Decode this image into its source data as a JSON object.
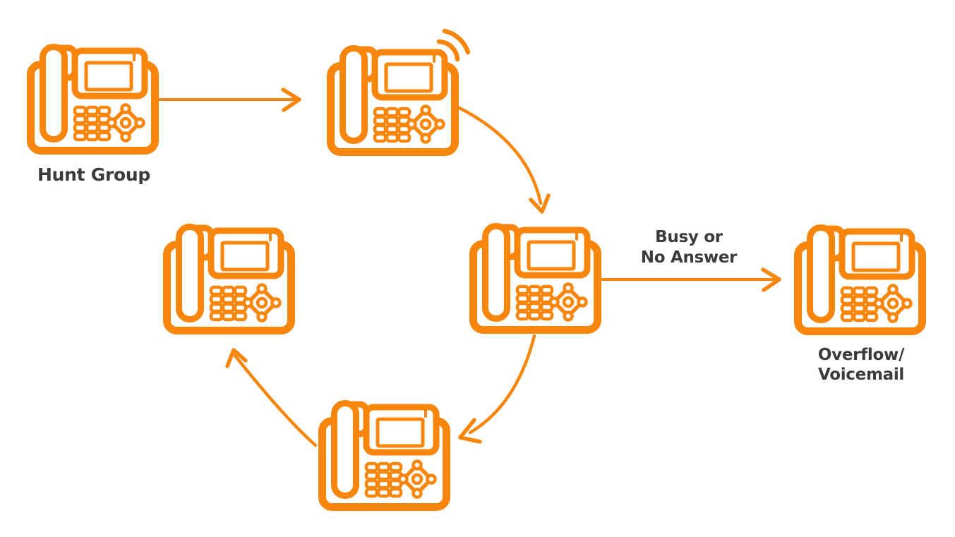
{
  "theme": {
    "accent_color": "#F8860D",
    "label_color": "#3B3B3B",
    "background_color": "#FFFFFF"
  },
  "diagram": {
    "type": "call-flow",
    "nodes": [
      {
        "id": "hunt-group-phone",
        "icon": "desk-phone-icon",
        "label": "Hunt Group"
      },
      {
        "id": "ringing-phone",
        "icon": "desk-phone-icon",
        "overlay_icon": "ringing-waves-icon"
      },
      {
        "id": "group-member-phone-right",
        "icon": "desk-phone-icon"
      },
      {
        "id": "overflow-voicemail-phone",
        "icon": "desk-phone-icon",
        "label_line1": "Overflow/",
        "label_line2": "Voicemail"
      },
      {
        "id": "group-member-phone-bottom",
        "icon": "desk-phone-icon"
      },
      {
        "id": "group-member-phone-left",
        "icon": "desk-phone-icon"
      }
    ],
    "edges": [
      {
        "id": "edge-hunt-to-ringing",
        "from": "hunt-group-phone",
        "to": "ringing-phone",
        "style": "straight-arrow"
      },
      {
        "id": "edge-ringing-to-right",
        "from": "ringing-phone",
        "to": "group-member-phone-right",
        "style": "curved-arrow"
      },
      {
        "id": "edge-right-to-overflow",
        "from": "group-member-phone-right",
        "to": "overflow-voicemail-phone",
        "style": "straight-arrow",
        "label_line1": "Busy or",
        "label_line2": "No Answer"
      },
      {
        "id": "edge-right-to-bottom",
        "from": "group-member-phone-right",
        "to": "group-member-phone-bottom",
        "style": "curved-arrow"
      },
      {
        "id": "edge-bottom-to-left",
        "from": "group-member-phone-bottom",
        "to": "group-member-phone-left",
        "style": "curved-arrow"
      }
    ]
  }
}
